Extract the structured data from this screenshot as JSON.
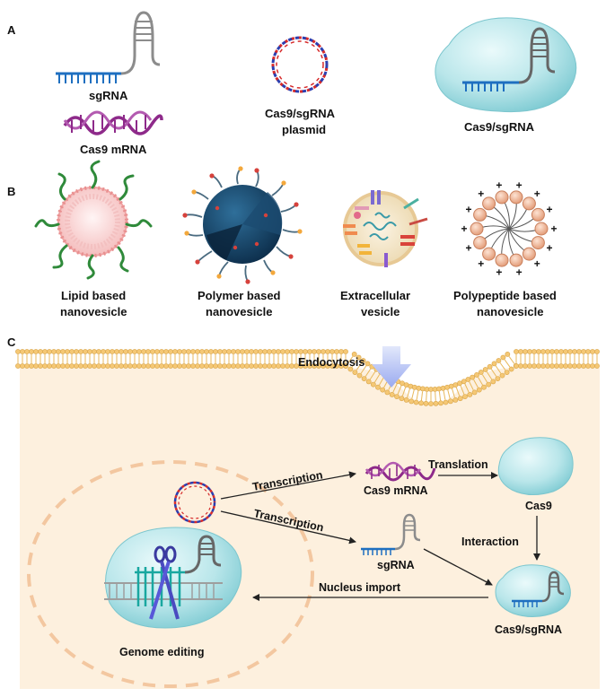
{
  "panels": {
    "a": "A",
    "b": "B",
    "c": "C"
  },
  "panel_a": {
    "sgrna": "sgRNA",
    "cas9_mrna": "Cas9 mRNA",
    "plasmid_line1": "Cas9/sgRNA",
    "plasmid_line2": "plasmid",
    "complex": "Cas9/sgRNA"
  },
  "panel_b": {
    "lipid_line1": "Lipid based",
    "lipid_line2": "nanovesicle",
    "polymer_line1": "Polymer based",
    "polymer_line2": "nanovesicle",
    "ev_line1": "Extracellular",
    "ev_line2": "vesicle",
    "peptide_line1": "Polypeptide based",
    "peptide_line2": "nanovesicle",
    "plus_sign": "+"
  },
  "panel_c": {
    "endocytosis": "Endocytosis",
    "transcription_1": "Transcription",
    "transcription_2": "Transcription",
    "translation": "Translation",
    "cas9_mrna": "Cas9 mRNA",
    "cas9": "Cas9",
    "sgrna": "sgRNA",
    "interaction": "Interaction",
    "nucleus_import": "Nucleus import",
    "complex": "Cas9/sgRNA",
    "genome_editing": "Genome editing"
  },
  "colors": {
    "rna_blue": "#1e6fc0",
    "mrna_purple": "#8e2a8a",
    "plasmid_red": "#d62b2b",
    "plasmid_blue": "#2b3fb0",
    "cas9_teal": "#9ed9df",
    "lipid_head": "#f5c875",
    "cytoplasm": "#fdf0de",
    "nucleus_dash": "#f3c7a0",
    "endocytosis_arrow": "#a9b8ef"
  }
}
